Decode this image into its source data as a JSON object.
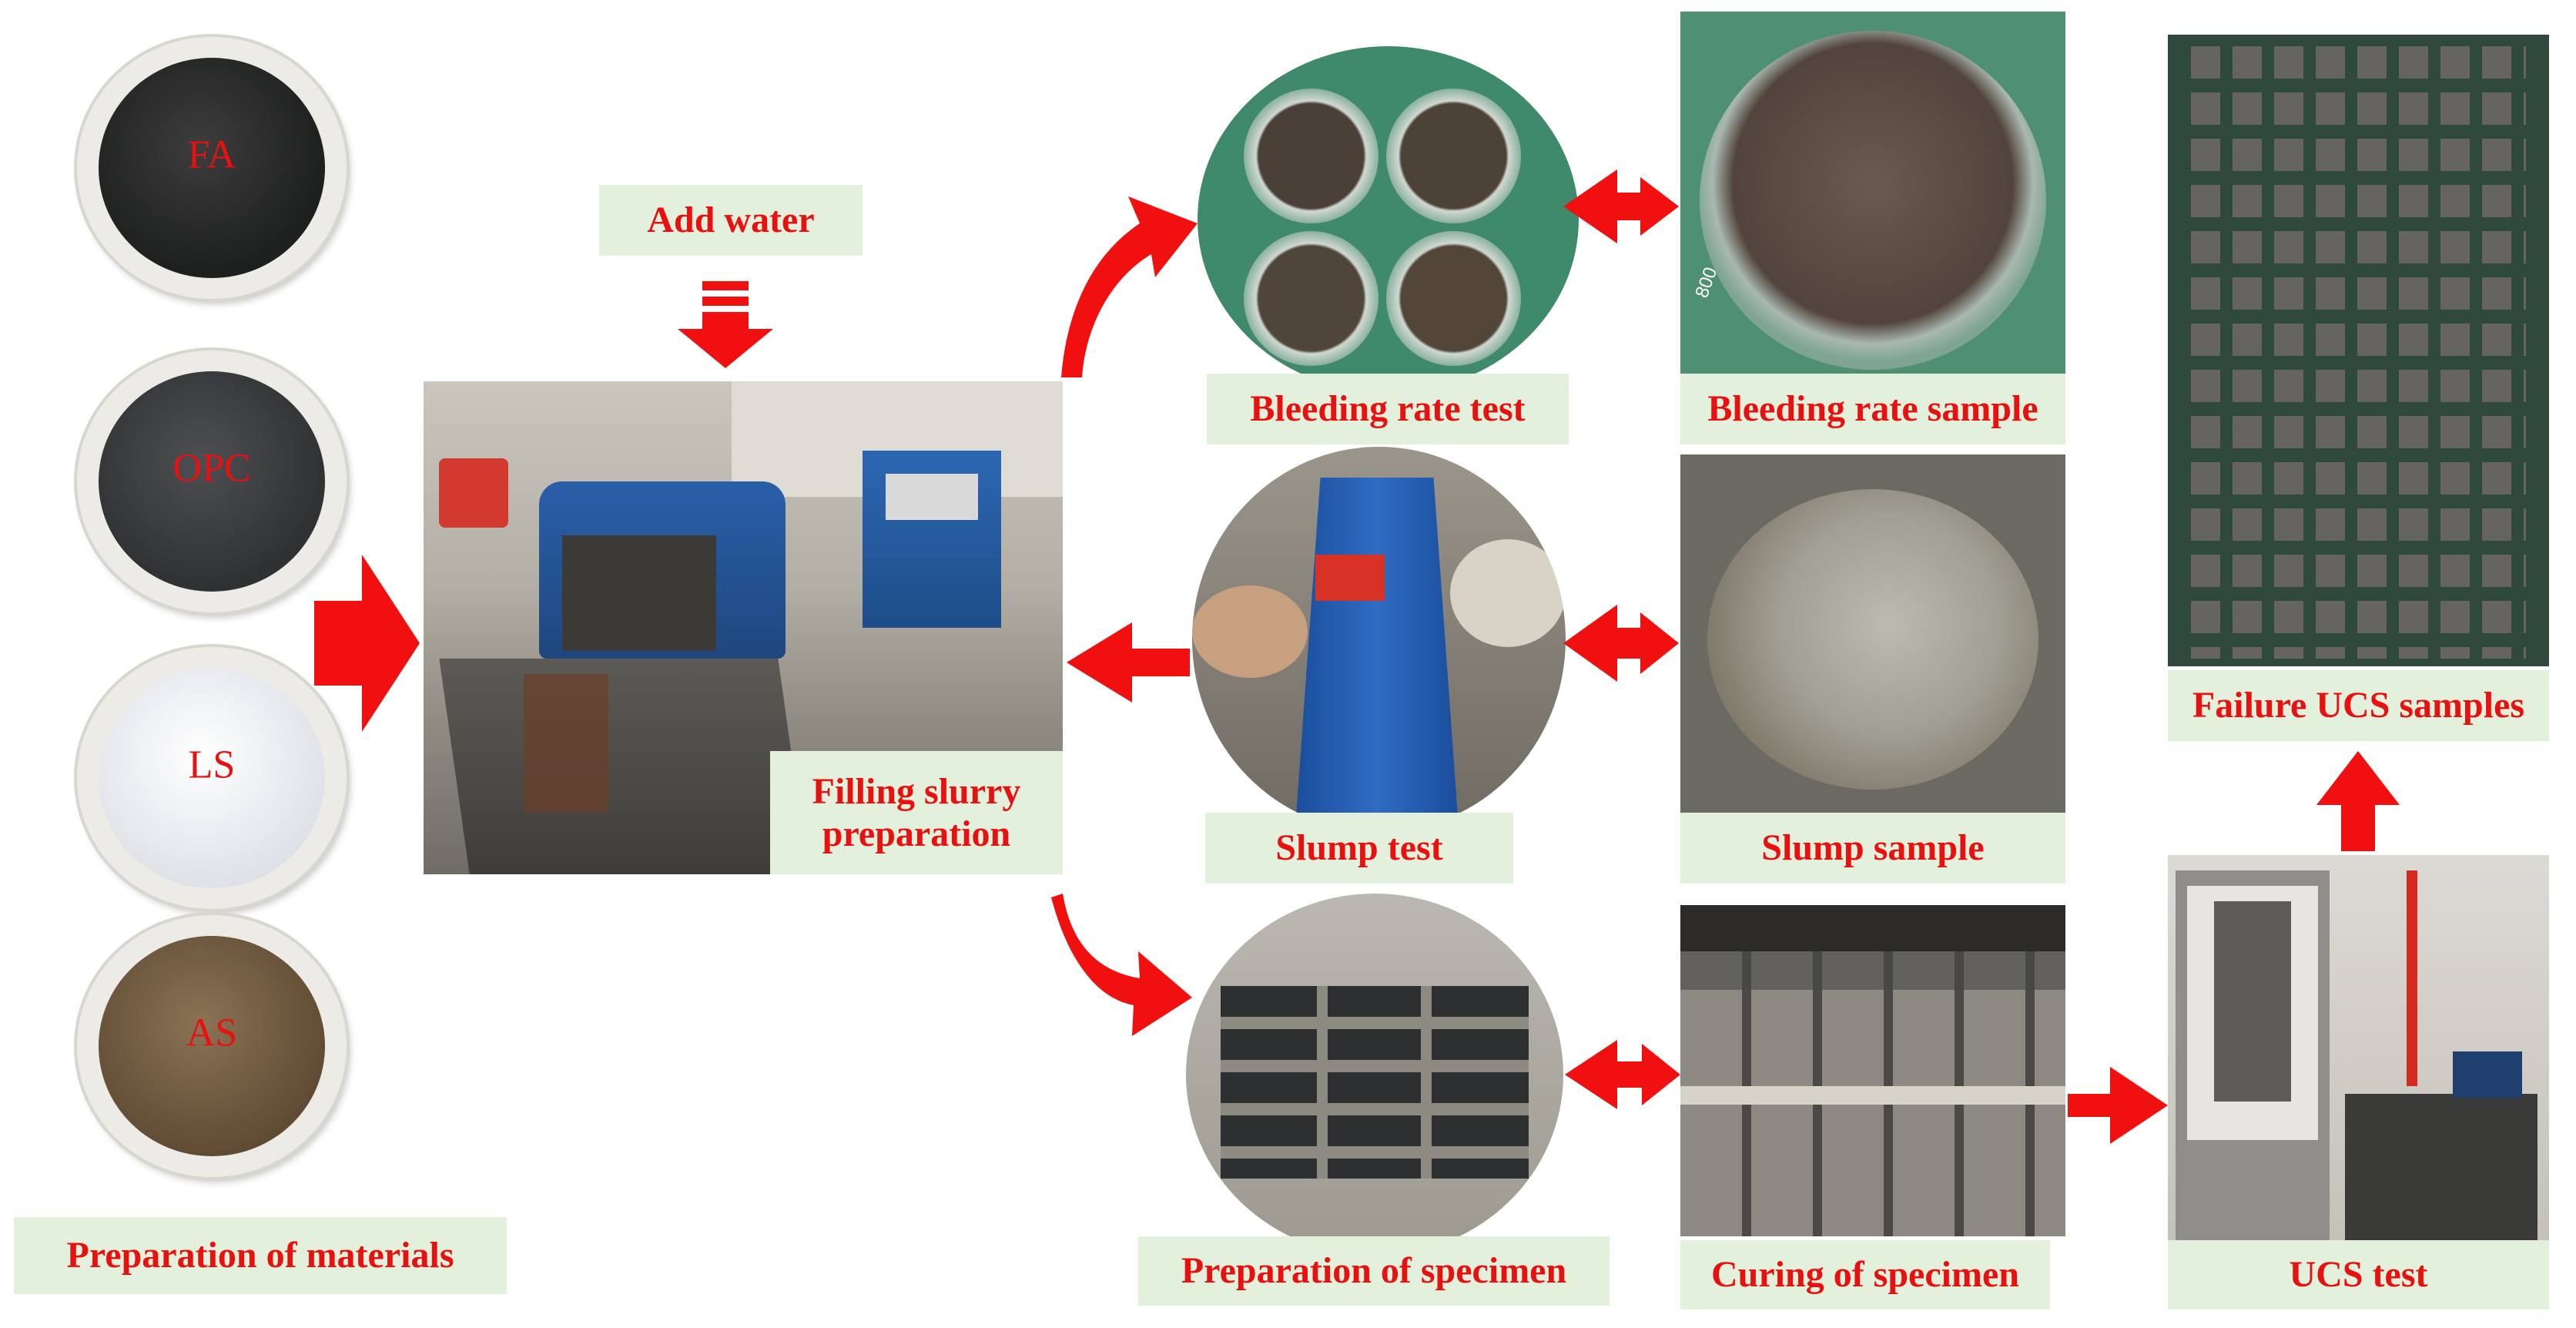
{
  "materials": [
    {
      "code": "FA"
    },
    {
      "code": "OPC"
    },
    {
      "code": "LS"
    },
    {
      "code": "AS"
    }
  ],
  "labels": {
    "add_water": "Add water",
    "preparation_materials": "Preparation of materials",
    "filling_slurry_line1": "Filling slurry",
    "filling_slurry_line2": "preparation",
    "bleeding_rate_test": "Bleeding rate test",
    "bleeding_rate_sample": "Bleeding rate sample",
    "slump_test": "Slump test",
    "slump_sample": "Slump sample",
    "preparation_specimen": "Preparation of specimen",
    "curing_specimen": "Curing of specimen",
    "ucs_test": "UCS test",
    "failure_ucs_samples": "Failure UCS samples"
  },
  "beaker_mark": "800",
  "colors": {
    "label_text": "#e8110f",
    "label_bg": "#e3f0dc",
    "arrow": "#f01010"
  }
}
